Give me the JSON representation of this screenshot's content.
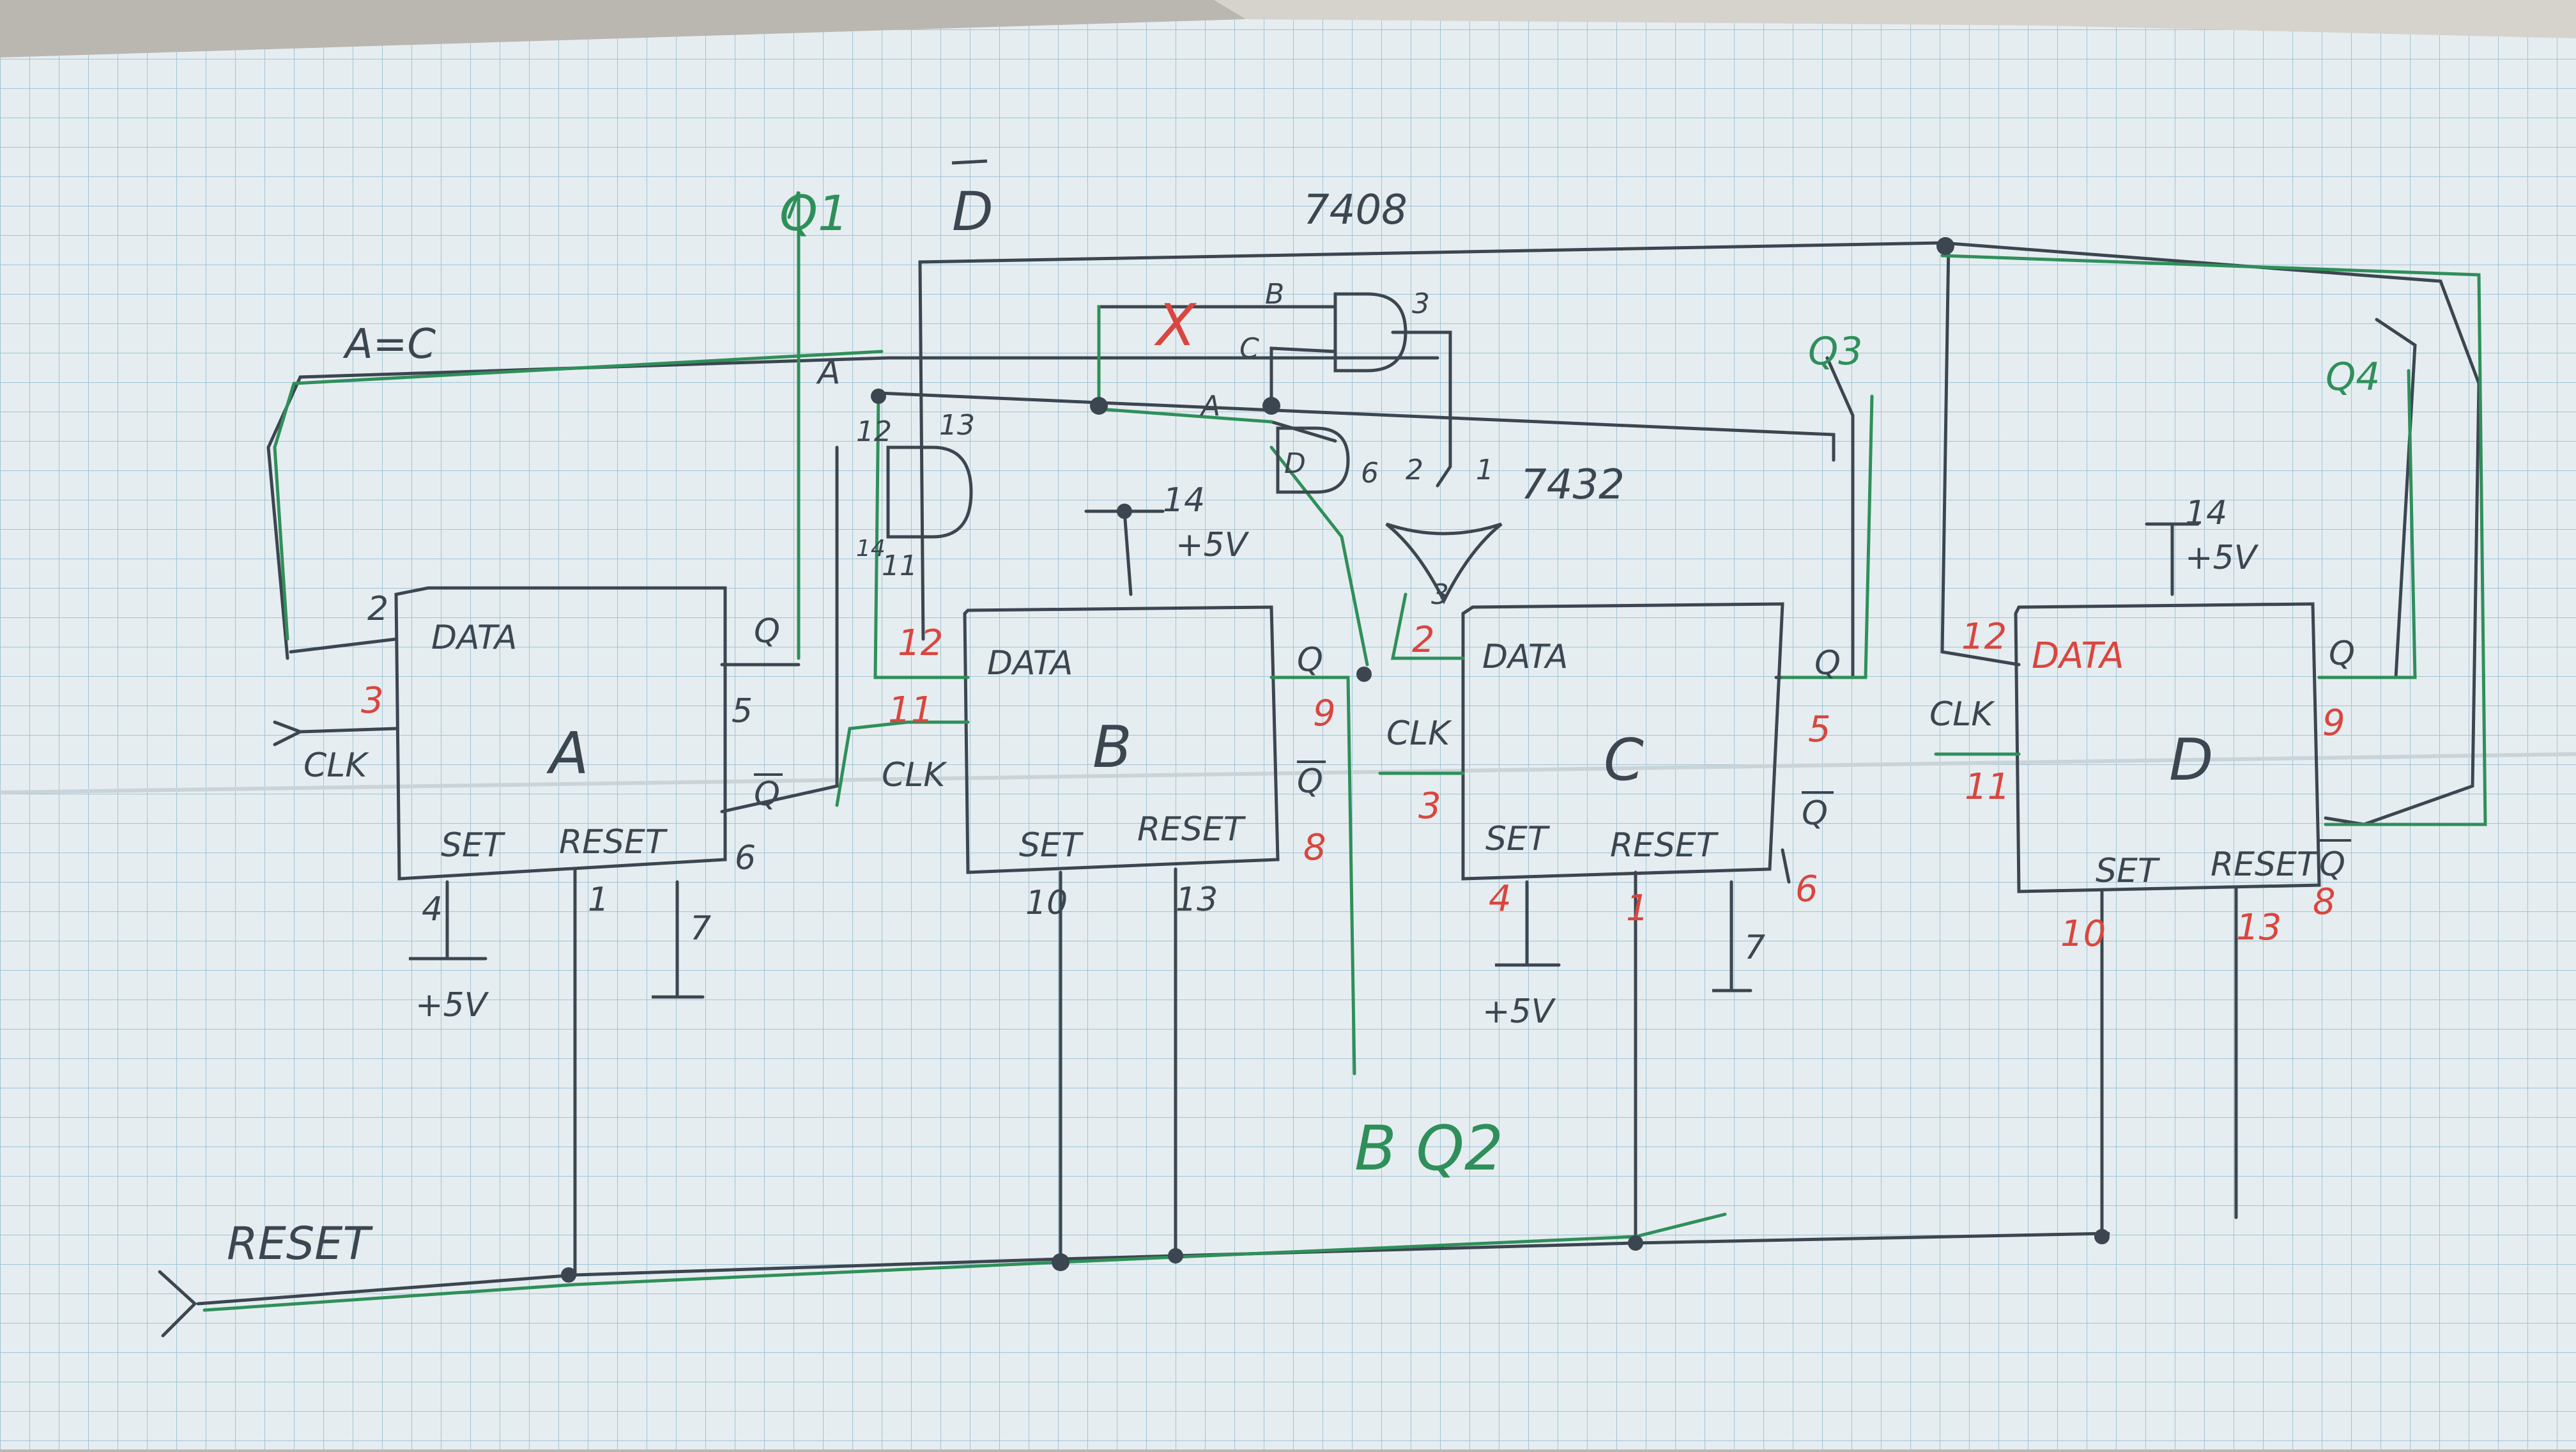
{
  "colors": {
    "paper": "#e6edf0",
    "grid": "#9ec4d6",
    "pencil": "#3c4650",
    "green": "#2f8f5a",
    "red": "#d9463f",
    "table": "#b9b7b0"
  },
  "top_labels": {
    "chip_and": "7408",
    "chip_or": "7432",
    "a_eq_c": "A=C",
    "q1": "Q1",
    "d_bar": "D",
    "q3": "Q3",
    "q4": "Q4",
    "b_q2": "B Q2",
    "a_bar": "A",
    "x_mark": "X"
  },
  "gate_pins": {
    "and_top_in1": "B",
    "and_top_in2": "C",
    "and_top_out": "3",
    "and_left_in1": "12",
    "and_left_in2": "13",
    "and_left_out": "11",
    "and_left_vcc": "14",
    "and_mid_in1": "A",
    "and_mid_in2": "D",
    "and_mid_out": "6",
    "or_in1": "2",
    "or_in2": "1",
    "or_out": "3",
    "vcc_label": "14",
    "vcc_volts": "+5V",
    "pin_7": "7"
  },
  "flipflops": [
    {
      "name": "A",
      "data": "DATA",
      "clk": "CLK",
      "set": "SET",
      "reset": "RESET",
      "q": "Q",
      "qbar": "Q",
      "pin_data": "2",
      "pin_clk": "3",
      "pin_q": "5",
      "pin_qbar": "6",
      "pin_set": "4",
      "pin_reset": "1",
      "pin_gnd": "7",
      "set_supply": "+5V"
    },
    {
      "name": "B",
      "data": "DATA",
      "clk": "CLK",
      "set": "SET",
      "reset": "RESET",
      "q": "Q",
      "qbar": "Q",
      "pin_data": "12",
      "pin_clk": "11",
      "pin_q": "9",
      "pin_qbar": "8",
      "pin_set": "10",
      "pin_reset": "13"
    },
    {
      "name": "C",
      "data": "DATA",
      "clk": "CLK",
      "set": "SET",
      "reset": "RESET",
      "q": "Q",
      "qbar": "Q",
      "pin_data": "2",
      "pin_clk": "3",
      "pin_q": "5",
      "pin_qbar": "6",
      "pin_set": "4",
      "pin_reset": "1",
      "pin_gnd": "7",
      "set_supply": "+5V"
    },
    {
      "name": "D",
      "data": "DATA",
      "clk": "CLK",
      "set": "SET",
      "reset": "RESET",
      "q": "Q",
      "qbar": "Q",
      "pin_data": "12",
      "pin_clk": "11",
      "pin_q": "9",
      "pin_qbar": "8",
      "pin_set": "10",
      "pin_reset": "13",
      "vcc_pin": "14",
      "vcc_volts": "+5V"
    }
  ],
  "reset_label": "RESET"
}
